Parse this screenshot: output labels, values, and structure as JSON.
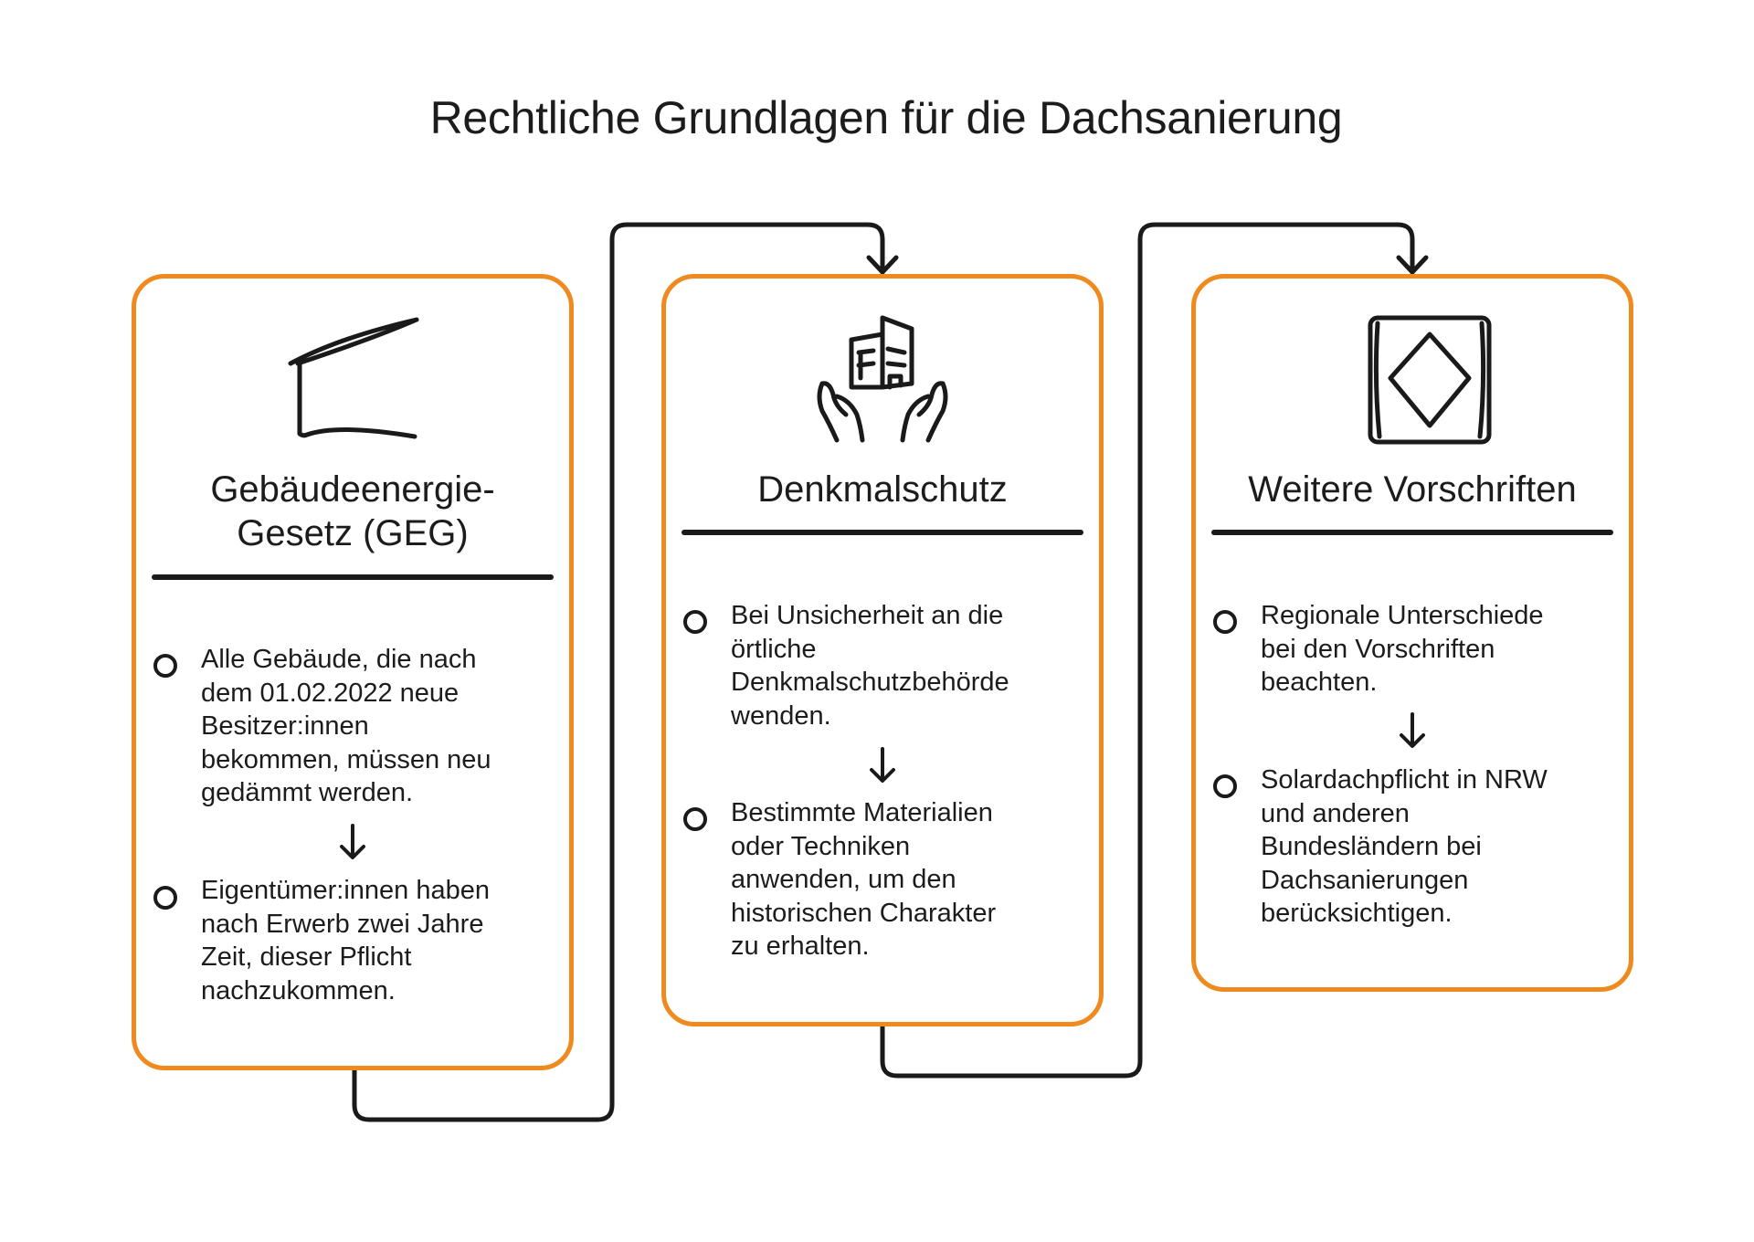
{
  "title": "Rechtliche Grundlagen für die Dachsanierung",
  "accent_color": "#ee8a1e",
  "line_color": "#1a1a1a",
  "cards": [
    {
      "icon": "roof-icon",
      "title": "Gebäudeenergie-\nGesetz (GEG)",
      "items": [
        "Alle Gebäude, die nach\ndem 01.02.2022 neue\nBesitzer:innen\nbekommen, müssen neu\ngedämmt werden.",
        "Eigentümer:innen haben\nnach Erwerb zwei Jahre\nZeit, dieser Pflicht\nnachzukommen."
      ]
    },
    {
      "icon": "hands-building-icon",
      "title": "Denkmalschutz",
      "items": [
        "Bei Unsicherheit an die\nörtliche\nDenkmalschutzbehörde\nwenden.",
        "Bestimmte Materialien\noder Techniken\nanwenden, um den\nhistorischen Charakter\nzu erhalten."
      ]
    },
    {
      "icon": "diamond-square-icon",
      "title": "Weitere Vorschriften",
      "items": [
        "Regionale Unterschiede\nbei den Vorschriften\nbeachten.",
        "Solardachpflicht in NRW\nund anderen\nBundesländern bei\nDachsanierungen\nberücksichtigen."
      ]
    }
  ]
}
